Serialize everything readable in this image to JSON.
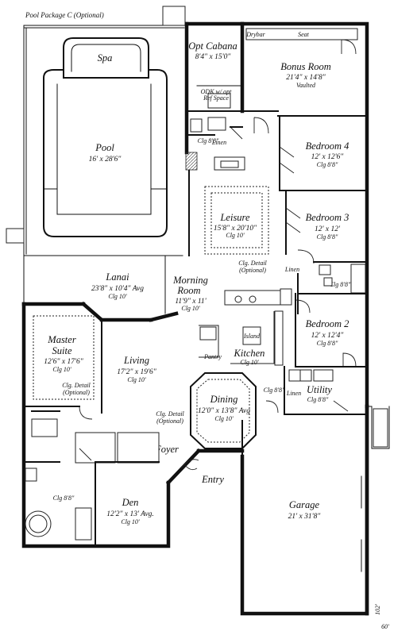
{
  "plan": {
    "header": "Pool Package C (Optional)",
    "rooms": {
      "spa": {
        "name": "Spa"
      },
      "pool": {
        "name": "Pool",
        "dim": "16' x 28'6\""
      },
      "opt_cabana": {
        "name": "Opt Cabana",
        "dim": "8'4\" x 15'0\""
      },
      "odk": {
        "line1": "ODK w/ opt",
        "line2": "Ref Space"
      },
      "bonus": {
        "name": "Bonus Room",
        "dim": "21'4\" x 14'8\"",
        "extra": "Vaulted"
      },
      "drybar": {
        "name": "Drybar"
      },
      "seat": {
        "name": "Seat"
      },
      "bath_upper": {
        "ceiling": "Clg 8'8\""
      },
      "linen_upper": {
        "name": "Linen"
      },
      "bedroom4": {
        "name": "Bedroom 4",
        "dim": "12' x 12'6\"",
        "ceiling": "Clg 8'8\""
      },
      "leisure": {
        "name": "Leisure",
        "dim": "15'8\" x 20'10\"",
        "ceiling": "Clg 10'",
        "detail": "Clg. Detail",
        "optional": "(Optional)"
      },
      "bedroom3": {
        "name": "Bedroom 3",
        "dim": "12' x 12'",
        "ceiling": "Clg 8'8\""
      },
      "linen_mid": {
        "name": "Linen"
      },
      "bath_mid": {
        "ceiling": "Clg 8'8\""
      },
      "lanai": {
        "name": "Lanai",
        "dim": "23'8\" x 10'4\" Avg",
        "ceiling": "Clg 10'"
      },
      "morning": {
        "name": "Morning",
        "name2": "Room",
        "dim": "11'9\" x 11'",
        "ceiling": "Clg 10'"
      },
      "bedroom2": {
        "name": "Bedroom 2",
        "dim": "12' x 12'4\"",
        "ceiling": "Clg 8'8\""
      },
      "master": {
        "name": "Master",
        "name2": "Suite",
        "dim": "12'6\" x 17'6\"",
        "ceiling": "Clg 10'",
        "detail": "Clg. Detail",
        "optional": "(Optional)"
      },
      "living": {
        "name": "Living",
        "dim": "17'2\" x 19'6\"",
        "ceiling": "Clg 10'"
      },
      "island": {
        "name": "Island"
      },
      "pantry": {
        "name": "Pantry"
      },
      "kitchen": {
        "name": "Kitchen",
        "ceiling": "Clg 10'"
      },
      "utility": {
        "name": "Utility",
        "ceiling": "Clg 8'8\""
      },
      "linen_util": {
        "name": "Linen"
      },
      "hall_util": {
        "ceiling": "Clg 8'8\""
      },
      "dining": {
        "name": "Dining",
        "dim": "12'0\" x 13'8\" Avg",
        "ceiling": "Clg 10'",
        "detail": "Clg. Detail",
        "optional": "(Optional)"
      },
      "foyer": {
        "name": "Foyer"
      },
      "entry": {
        "name": "Entry"
      },
      "master_bath": {
        "ceiling": "Clg 8'8\""
      },
      "den": {
        "name": "Den",
        "dim": "12'2\" x 13' Avg.",
        "ceiling": "Clg 10'"
      },
      "garage": {
        "name": "Garage",
        "dim": "21' x 31'8\""
      }
    },
    "overall": {
      "depth": "102'",
      "width": "60'"
    }
  }
}
